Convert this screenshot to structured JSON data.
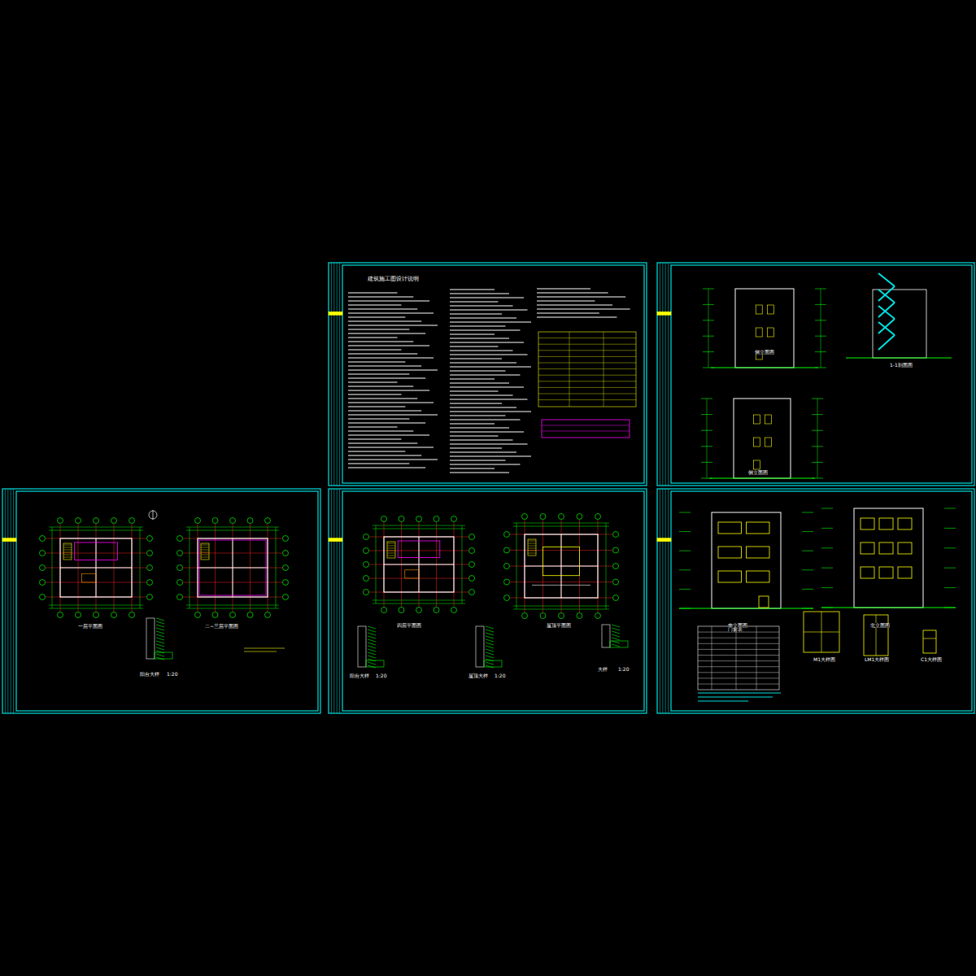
{
  "diagram": {
    "labels": [
      "一层平面图",
      "二~三层平面图",
      "阳台大样",
      "1:20",
      "四层平面图",
      "屋顶平面图",
      "阳台大样",
      "1:20",
      "屋顶大样",
      "1:20",
      "大样",
      "1:20",
      "建筑施工图设计说明",
      "侧立面图",
      "1-1剖面图",
      "侧立面图",
      "南立面图",
      "北立面图",
      "门窗表",
      "M1大样图",
      "LM1大样图",
      "C1大样图"
    ]
  }
}
